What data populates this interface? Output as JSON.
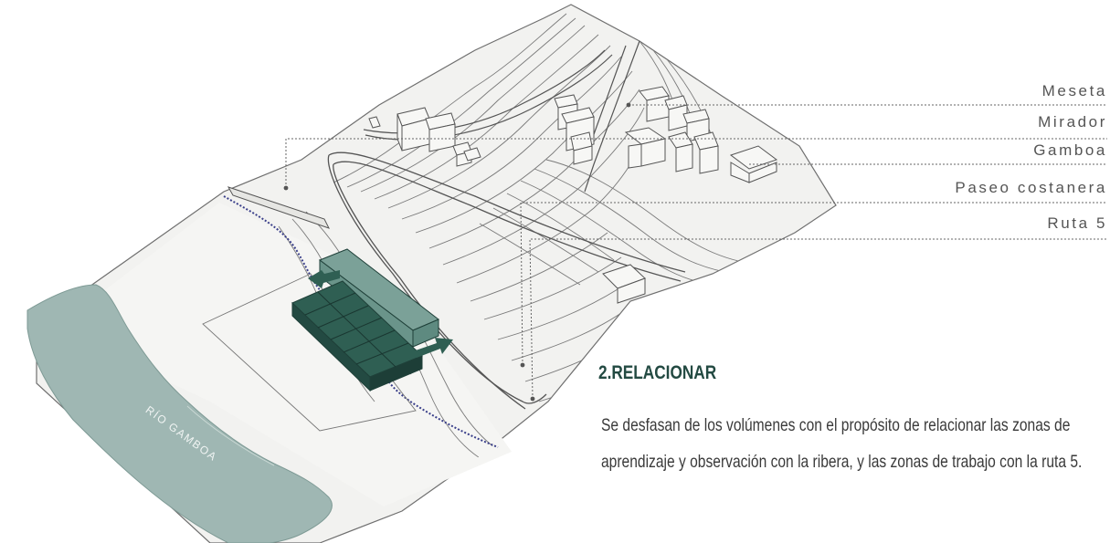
{
  "labels": {
    "meseta": "Meseta",
    "mirador": "Mirador",
    "gamboa": "Gamboa",
    "paseo": "Paseo costanera",
    "ruta": "Ruta 5"
  },
  "river_name": "RÍO GAMBOA",
  "section": {
    "title": "2.RELACIONAR",
    "body": "Se desfasan de los volúmenes con el propósito de relacionar las zonas de aprendizaje y observación con la ribera, y las zonas de trabajo con la ruta 5."
  },
  "colors": {
    "terrain": "#f1f1ef",
    "river": "#9fb7b3",
    "volume_dark": "#2f5f53",
    "volume_light": "#7ba198",
    "title": "#234a42",
    "path": "#3a3f8a"
  }
}
